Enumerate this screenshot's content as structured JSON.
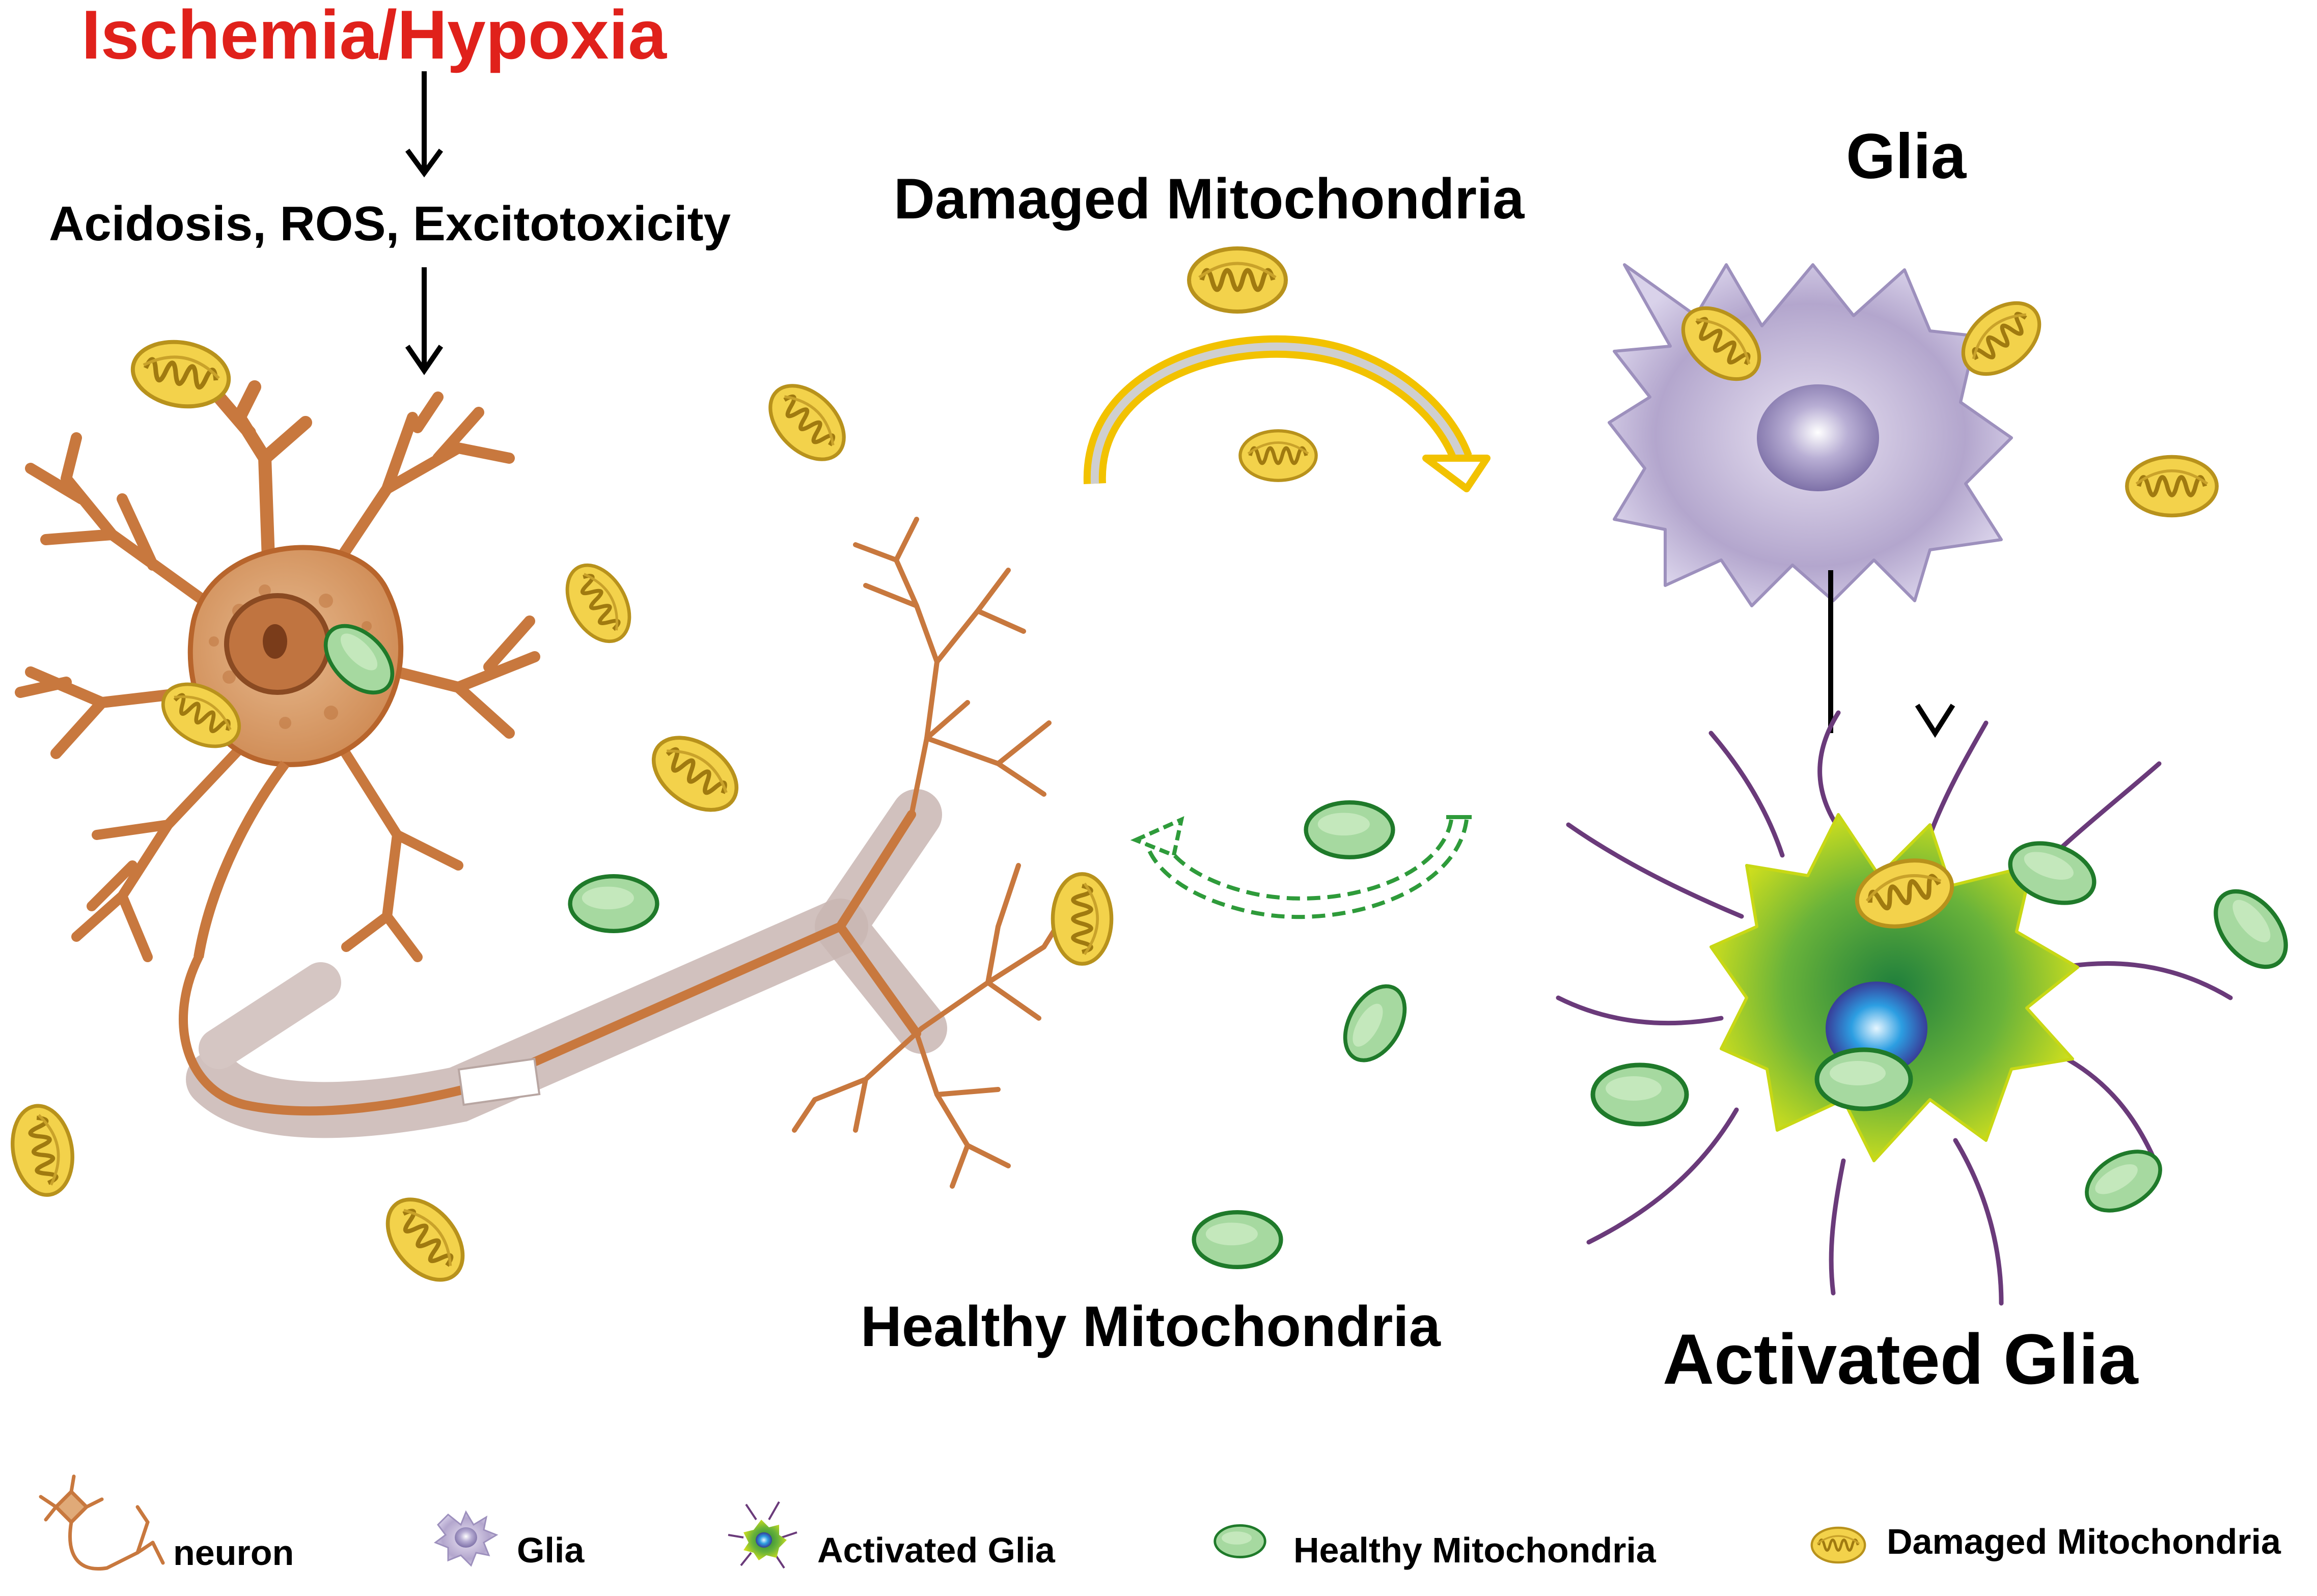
{
  "title": "Ischemia/Hypoxia",
  "cascade_text": "Acidosis, ROS, Excitotoxicity",
  "labels": {
    "damaged": "Damaged Mitochondria",
    "glia": "Glia",
    "healthy": "Healthy Mitochondria",
    "activated": "Activated Glia"
  },
  "legend": [
    {
      "icon": "neuron-icon",
      "label": "neuron"
    },
    {
      "icon": "glia-icon",
      "label": "Glia"
    },
    {
      "icon": "activated-glia-icon",
      "label": "Activated Glia"
    },
    {
      "icon": "healthy-mitochondria-icon",
      "label": "Healthy Mitochondria"
    },
    {
      "icon": "damaged-mitochondria-icon",
      "label": "Damaged Mitochondria"
    }
  ],
  "colors": {
    "title": "#e0211b",
    "neuron": "#c8783e",
    "myelin": "#c9b6b3",
    "glia": "#a89bc3",
    "activated_glia_core": "#2f8f3a",
    "activated_glia_edge": "#d6e21a",
    "healthy_mito_fill": "#a6d9a0",
    "healthy_mito_stroke": "#1f7a2a",
    "damaged_mito_fill": "#f3d24b",
    "damaged_mito_stroke": "#b8921c",
    "arrow_damaged": "#f2c200",
    "arrow_healthy": "#2e9b3a"
  }
}
